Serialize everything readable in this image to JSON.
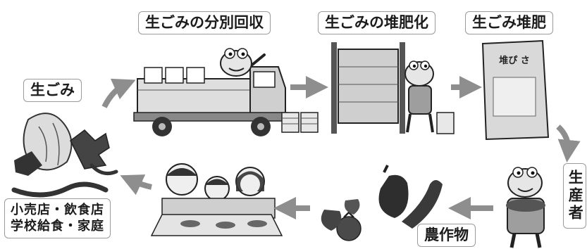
{
  "labels": {
    "kitchen_waste": "生ごみ",
    "separate_collection": "生ごみの分別回収",
    "composting": "生ごみの堆肥化",
    "compost": "生ごみ堆肥",
    "producer": "生産者",
    "crops": "農作物",
    "consumers_line1": "小売店・飲食店",
    "consumers_line2": "学校給食・家庭"
  },
  "compost_bag_text": "堆ぴ さ",
  "colors": {
    "arrow": "#8e8e8e",
    "box_border": "#9a9a9a",
    "ink": "#1c1c1c"
  }
}
